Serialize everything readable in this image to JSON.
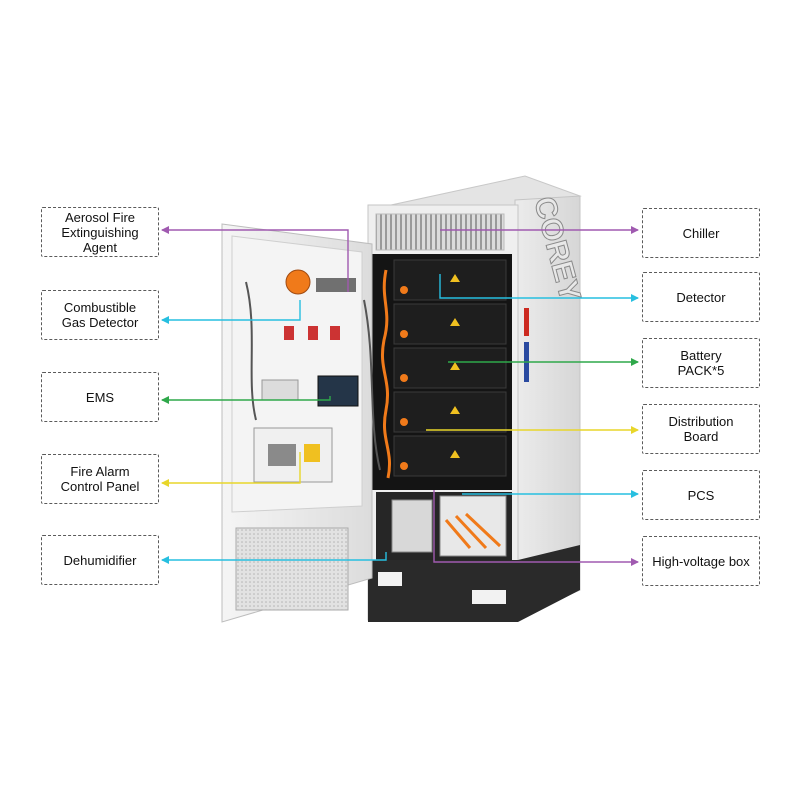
{
  "brand": "COREY",
  "callouts": {
    "aerosol": "Aerosol Fire\nExtinguishing Agent",
    "gas_detector": "Combustible\nGas Detector",
    "ems": "EMS",
    "fire_alarm": "Fire Alarm\nControl Panel",
    "dehumidifier": "Dehumidifier",
    "chiller": "Chiller",
    "detector": "Detector",
    "battery": "Battery\nPACK*5",
    "distribution": "Distribution\nBoard",
    "pcs": "PCS",
    "hv_box": "High-voltage box"
  },
  "colors": {
    "purple": "#a05ab0",
    "cyan": "#27bfe0",
    "green": "#2fa84a",
    "yellow": "#e8d62a",
    "cabinet": "#eeeeee",
    "cabinet_dark": "#2a2a2a",
    "orange": "#f07a1a"
  }
}
